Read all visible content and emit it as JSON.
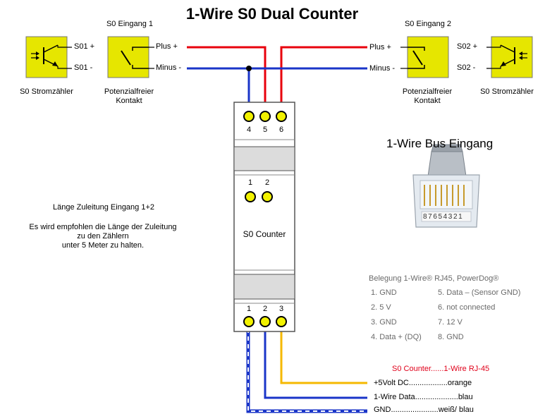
{
  "title": "1-Wire S0 Dual Counter",
  "input1": {
    "header": "S0 Eingang 1",
    "meter_label": "S0 Stromzähler",
    "contact_label": "Potenzialfreier\nKontakt",
    "s0_plus": "S01 +",
    "s0_minus": "S01 -",
    "plus": "Plus +",
    "minus": "Minus -"
  },
  "input2": {
    "header": "S0 Eingang 2",
    "meter_label": "S0 Stromzähler",
    "contact_label": "Potenzialfreier\nKontakt",
    "s0_plus": "S02 +",
    "s0_minus": "S02 -",
    "plus": "Plus +",
    "minus": "Minus -"
  },
  "module": {
    "label": "S0 Counter",
    "top_terminals": [
      "4",
      "5",
      "6"
    ],
    "mid_terminals": [
      "1",
      "2"
    ],
    "bottom_terminals": [
      "1",
      "2",
      "3"
    ]
  },
  "note": {
    "heading": "Länge Zuleitung Eingang 1+2",
    "body": "Es wird empfohlen die Länge der Zuleitung\nzu den Zählern\nunter 5 Meter zu halten."
  },
  "bus": {
    "title": "1-Wire Bus Eingang",
    "pin_numbers": "87654321"
  },
  "pinout": {
    "heading": "Belegung 1-Wire® RJ45, PowerDog®",
    "left": [
      "1.  GND",
      "2.  5 V",
      "3.  GND",
      "4.  Data + (DQ)"
    ],
    "right": [
      "5.  Data – (Sensor GND)",
      "6.  not connected",
      "7.  12 V",
      "8.  GND"
    ]
  },
  "legend": {
    "header_left": "S0 Counter",
    "header_dots": "......",
    "header_right": "1-Wire RJ-45",
    "rows": [
      {
        "left": "+5Volt DC",
        "dots": "..................",
        "right": "orange"
      },
      {
        "left": "1-Wire Data",
        "dots": "....................",
        "right": "blau"
      },
      {
        "left": "GND",
        "dots": "......................",
        "right": "weiß/ blau"
      }
    ]
  },
  "colors": {
    "red_wire": "#e8000c",
    "blue_wire": "#1a35c8",
    "orange_wire": "#f5b800",
    "terminal_fill": "#f2f200",
    "meter_box": "#e6e600",
    "legend_header": "#e0001a"
  }
}
